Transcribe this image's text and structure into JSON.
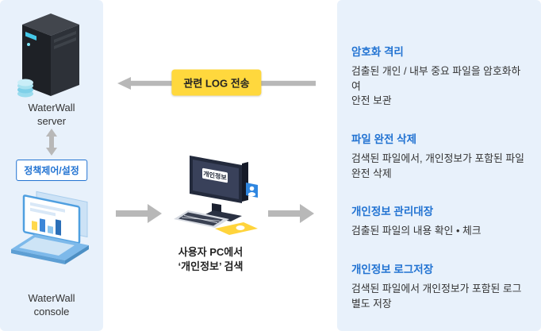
{
  "colors": {
    "panel_bg": "#e8f1fb",
    "accent_blue": "#2273d2",
    "badge_yellow": "#ffd83d",
    "arrow_gray": "#b8b8b8",
    "text_dark": "#333333",
    "caption_dark": "#222222"
  },
  "left_panel": {
    "server_label": "WaterWall\nserver",
    "policy_label": "정책제어/설정",
    "console_label": "WaterWall\nconsole"
  },
  "center": {
    "log_badge": "관련 LOG 전송",
    "pc_screen_label": "개인정보",
    "pc_caption": "사용자 PC에서\n‘개인정보’ 검색"
  },
  "right_panel": {
    "items": [
      {
        "title": "암호화 격리",
        "desc": "검출된 개인 / 내부 중요 파일을 암호화하여\n안전 보관"
      },
      {
        "title": "파일 완전 삭제",
        "desc": "검색된 파일에서, 개인정보가 포함된 파일\n완전 삭제"
      },
      {
        "title": "개인정보 관리대장",
        "desc": "검출된 파일의 내용 확인 • 체크"
      },
      {
        "title": "개인정보 로그저장",
        "desc": "검색된 파일에서 개인정보가 포함된 로그\n별도 저장"
      }
    ]
  }
}
